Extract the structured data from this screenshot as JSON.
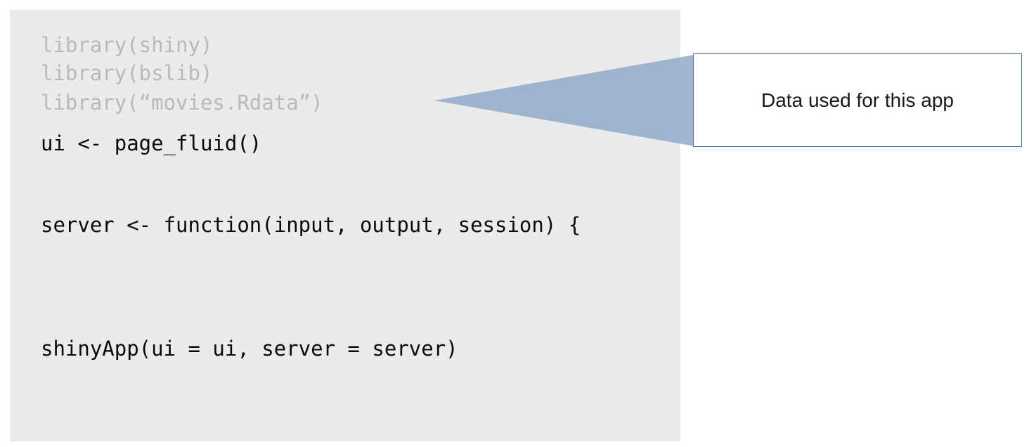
{
  "code": {
    "library_lines": [
      "library(shiny)",
      "library(bslib)",
      "library(“movies.Rdata”)"
    ],
    "ui_line": "ui <- page_fluid()",
    "server_line": "server <- function(input, output, session) {",
    "app_line": "shinyApp(ui = ui, server = server)"
  },
  "callout": {
    "text": "Data used for this app",
    "fill_color": "#8fa9c9",
    "border_color": "#4a73b7"
  },
  "colors": {
    "panel_background": "#ebebeb",
    "muted_code": "#b9b9b9",
    "active_code": "#0a0a0a"
  }
}
